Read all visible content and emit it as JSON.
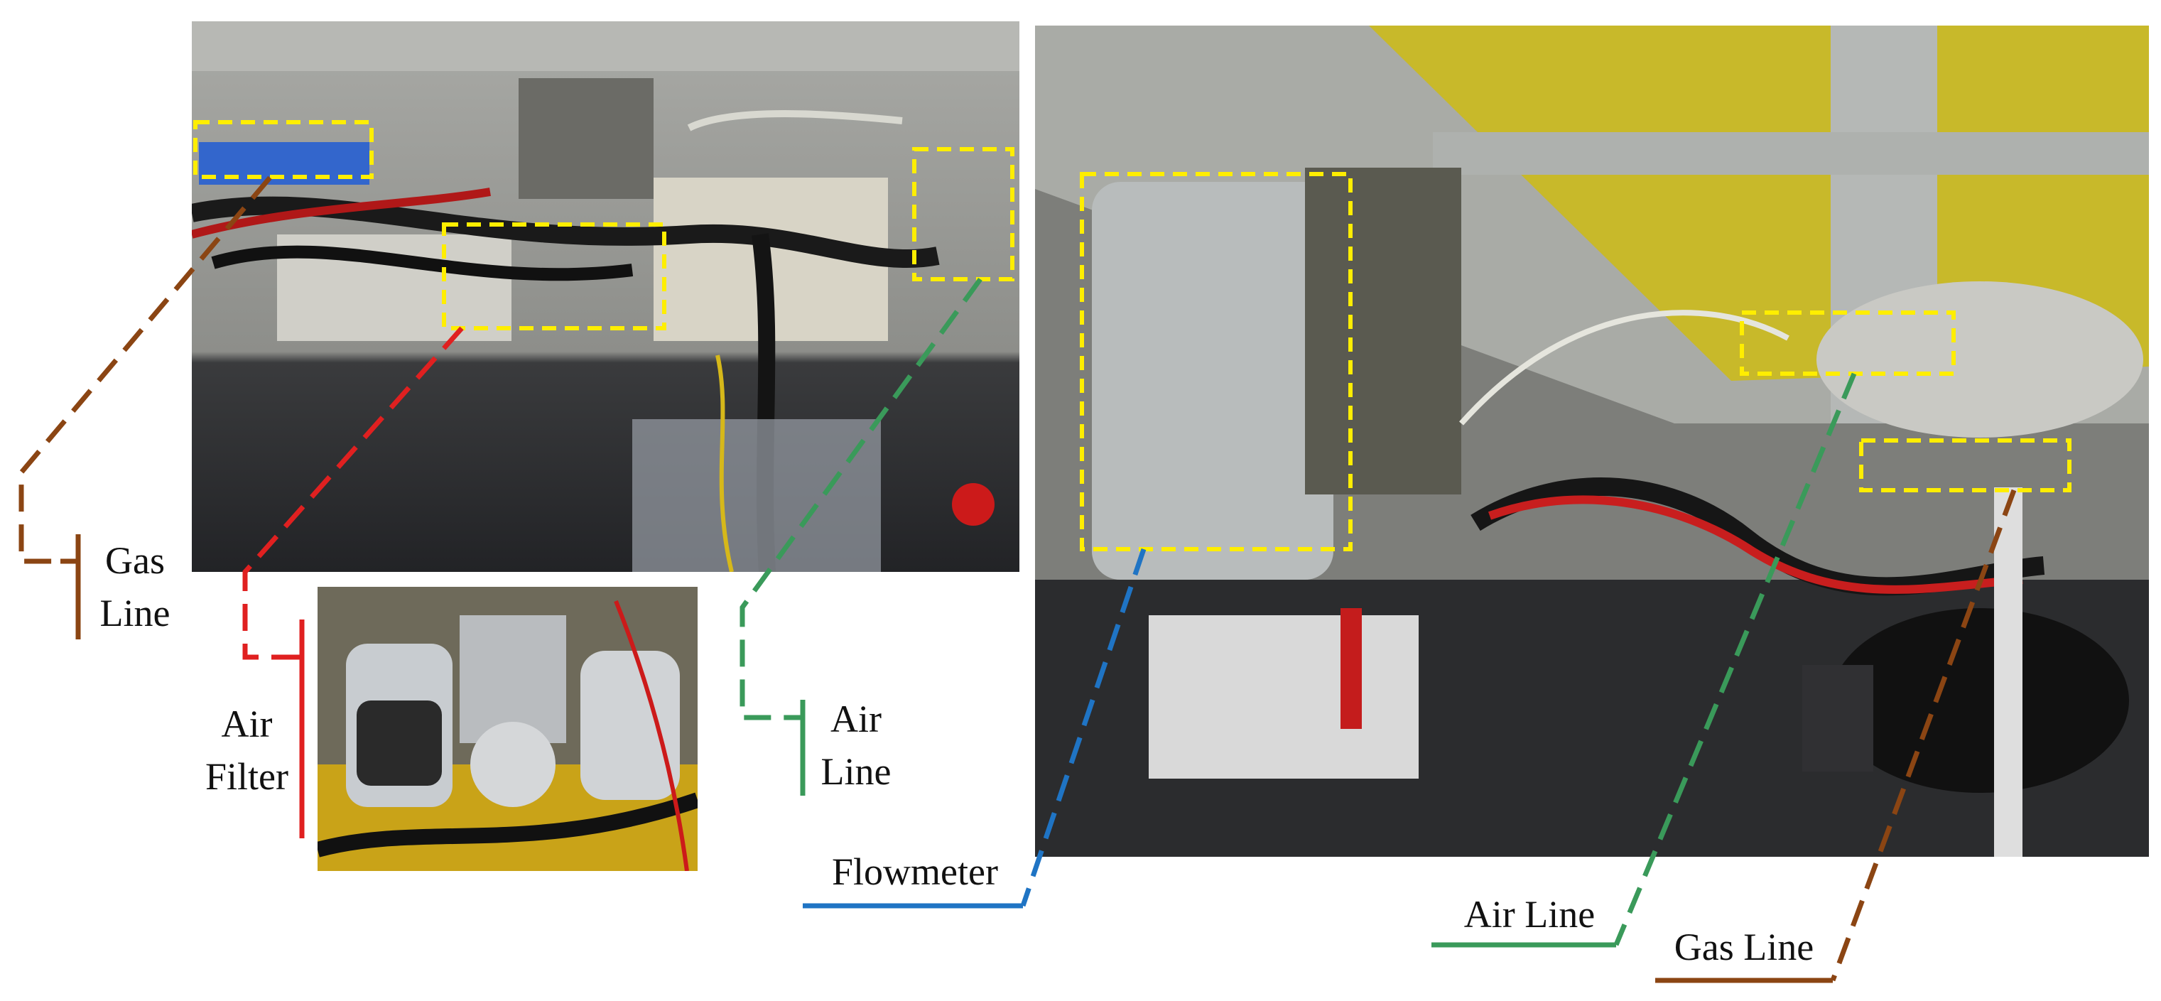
{
  "labels": {
    "gas_line_left": [
      "Gas",
      "Line"
    ],
    "air_filter": [
      "Air",
      "Filter"
    ],
    "air_line_left": [
      "Air",
      "Line"
    ],
    "flowmeter": "Flowmeter",
    "air_line_right": "Air Line",
    "gas_line_right": "Gas Line"
  },
  "colors": {
    "gas": "#8B4513",
    "air_filter": "#E02020",
    "air": "#3A9A5A",
    "flowmeter": "#1F74C4",
    "highlight": "#FFEE00"
  }
}
